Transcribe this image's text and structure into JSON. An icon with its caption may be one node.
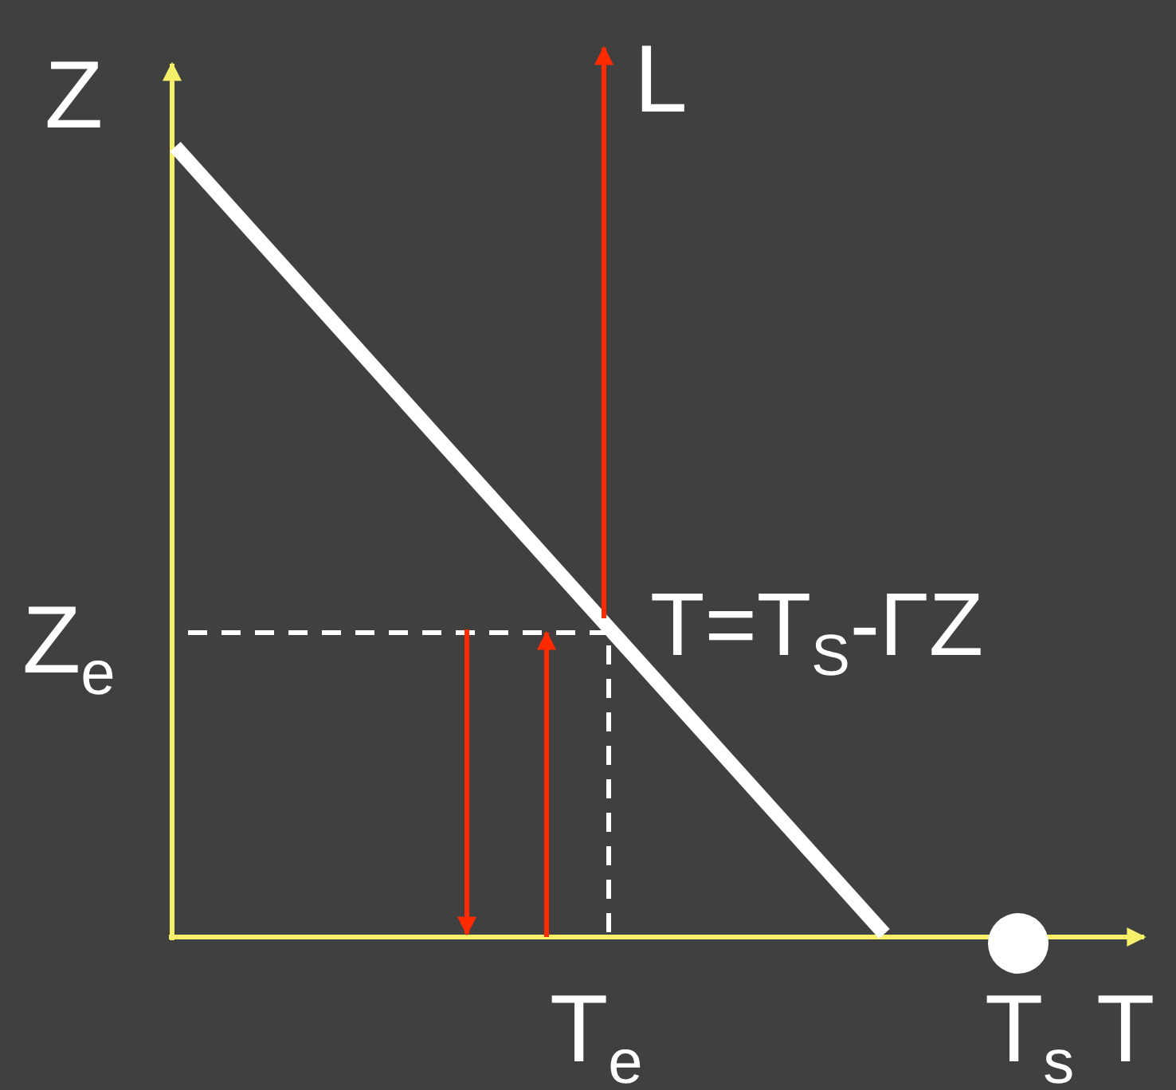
{
  "diagram": {
    "labels": [
      "Z",
      "L",
      "Z$_{e}$",
      "T=T$_{S}$-ΓZ",
      "T$_{e}$",
      "T$_{s}$",
      "T"
    ]
  }
}
